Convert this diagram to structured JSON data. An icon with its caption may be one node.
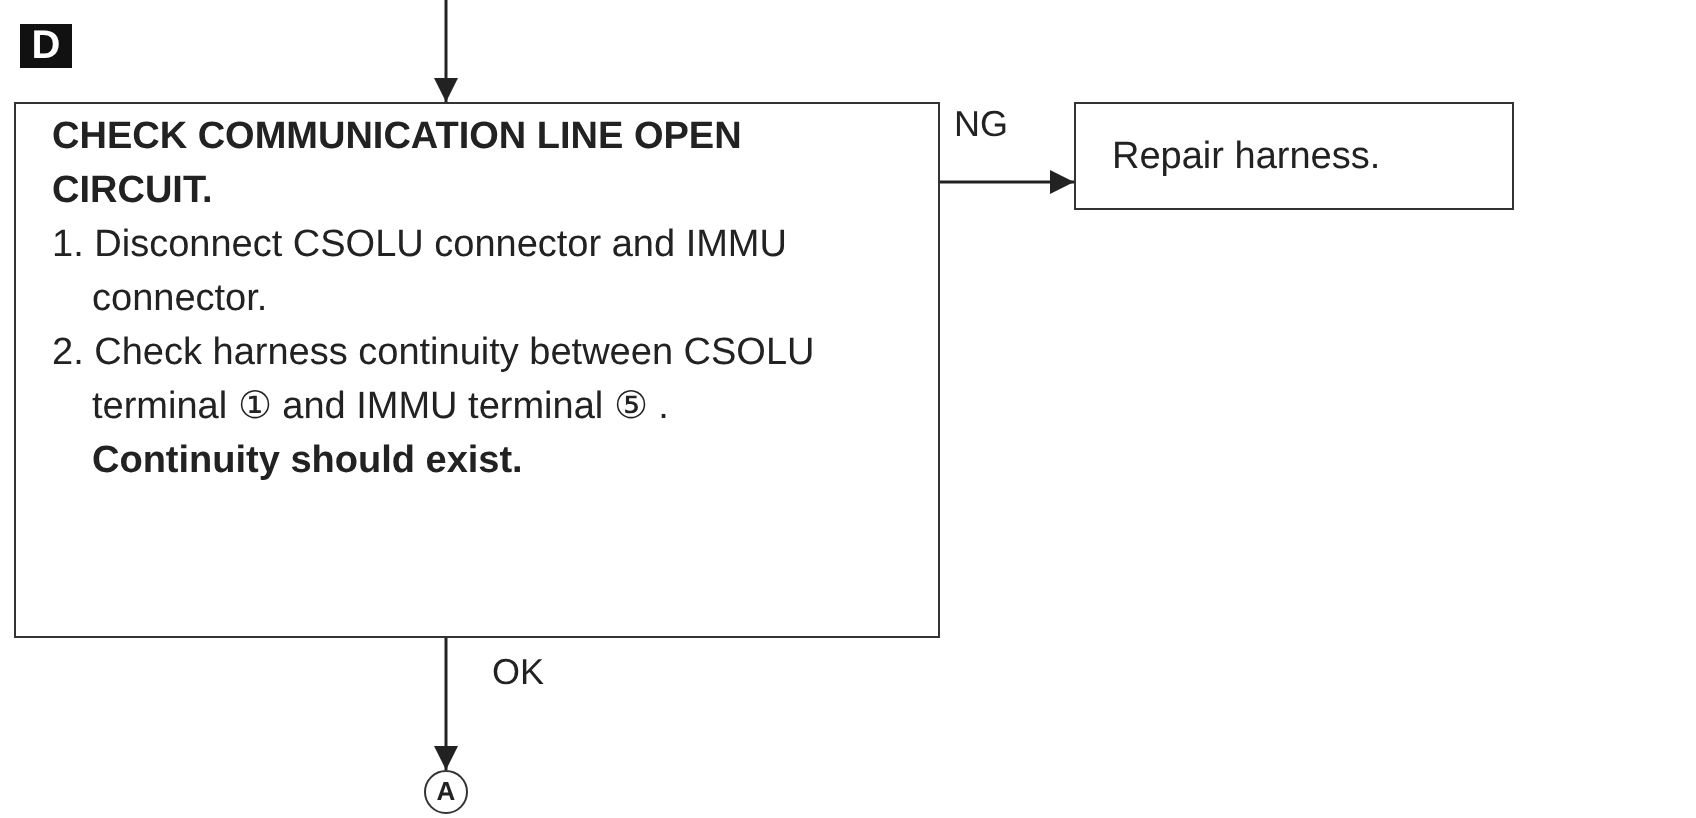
{
  "diagram": {
    "nodes": [
      {
        "text": [
          "CHECK COMMUNICATION LINE OPEN CIRCUIT.",
          "1. Disconnect CSOLU connector and IMMU connector.",
          "2. Check harness continuity between CSOLU terminal ① and IMMU terminal ⑤ .",
          "Continuity should exist."
        ]
      },
      {
        "text": [
          "Repair harness."
        ]
      },
      {
        "text": [
          "A"
        ]
      }
    ],
    "edges": [
      {
        "from": null,
        "to": 0,
        "arrow": "to"
      },
      {
        "from": 0,
        "to": 1,
        "arrow": "to",
        "label": "NG"
      },
      {
        "from": 0,
        "to": 2,
        "arrow": "to",
        "label": "OK"
      }
    ],
    "labels": [
      "D"
    ]
  }
}
